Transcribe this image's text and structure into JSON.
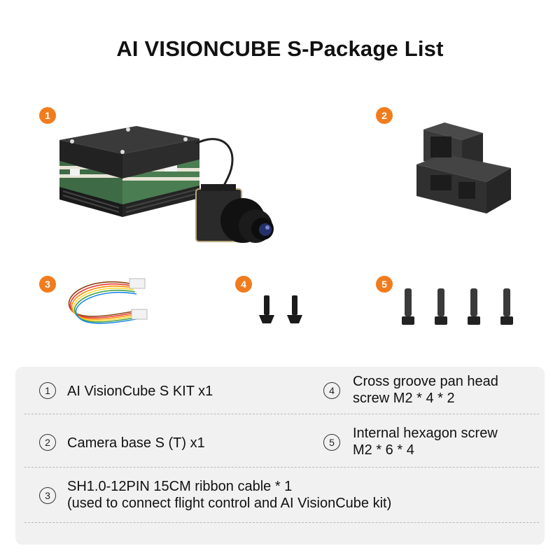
{
  "title": "AI VISIONCUBE S-Package List",
  "colors": {
    "badge": "#f07c1e",
    "panel": "#f1f1f1",
    "text": "#111111"
  },
  "products": [
    {
      "badge": "1",
      "icon": "vision-cube-kit-with-camera"
    },
    {
      "badge": "2",
      "icon": "camera-base-mount"
    },
    {
      "badge": "3",
      "icon": "ribbon-cable"
    },
    {
      "badge": "4",
      "icon": "pan-head-screw"
    },
    {
      "badge": "5",
      "icon": "hexagon-screw"
    }
  ],
  "items": [
    {
      "num": "1",
      "lines": [
        "AI VisionCube S  KIT  x1"
      ]
    },
    {
      "num": "4",
      "lines": [
        "Cross groove pan head",
        "screw M2 * 4 * 2"
      ]
    },
    {
      "num": "2",
      "lines": [
        "Camera base S (T) x1"
      ]
    },
    {
      "num": "5",
      "lines": [
        "Internal hexagon screw",
        "M2 * 6 * 4"
      ]
    },
    {
      "num": "3",
      "lines": [
        "SH1.0-12PIN 15CM ribbon cable * 1",
        "(used to connect flight control and AI VisionCube kit)"
      ]
    }
  ]
}
